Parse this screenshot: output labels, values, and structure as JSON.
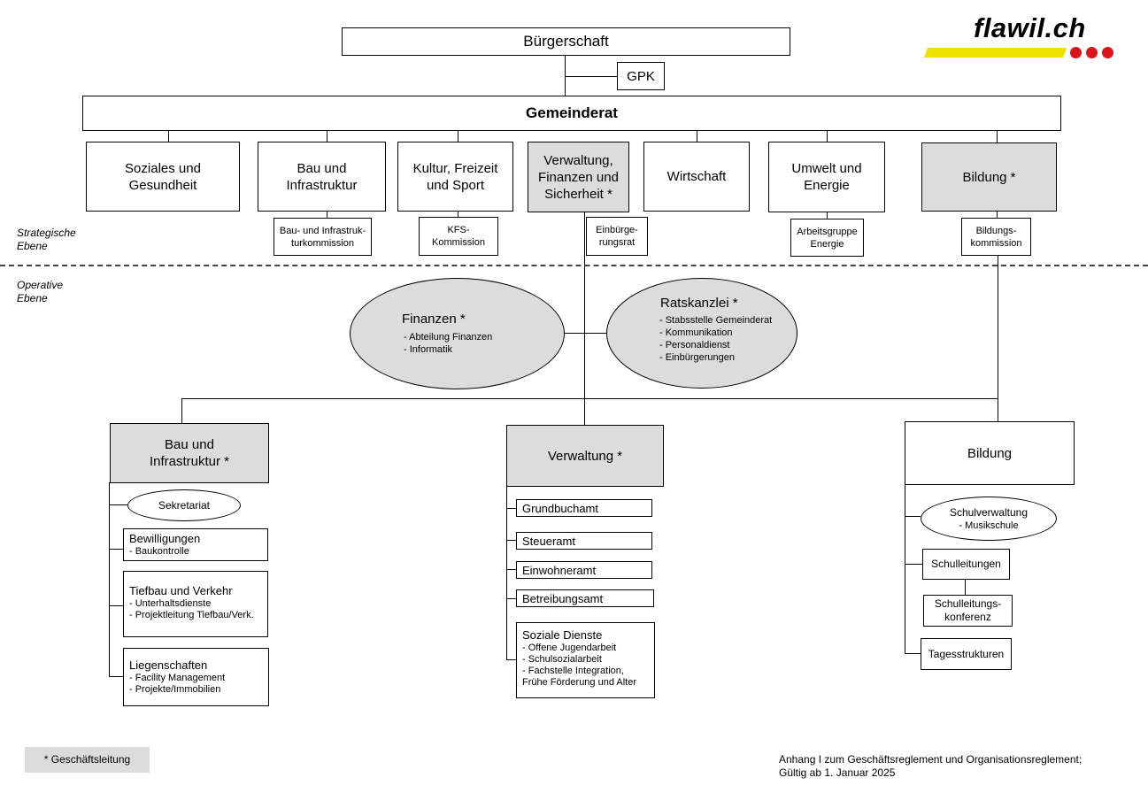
{
  "logo": {
    "text": "flawil.ch",
    "yellow": "#f0e000",
    "red": "#d9151b"
  },
  "top": {
    "buergerschaft": "Bürgerschaft",
    "gpk": "GPK",
    "gemeinderat": "Gemeinderat"
  },
  "departments": [
    {
      "label": "Soziales und\nGesundheit"
    },
    {
      "label": "Bau und\nInfrastruktur"
    },
    {
      "label": "Kultur, Freizeit\nund Sport"
    },
    {
      "label": "Verwaltung,\nFinanzen und\nSicherheit *"
    },
    {
      "label": "Wirtschaft"
    },
    {
      "label": "Umwelt und\nEnergie"
    },
    {
      "label": "Bildung *"
    }
  ],
  "commissions": [
    {
      "label": "Bau- und Infrastruk-\nturkommission"
    },
    {
      "label": "KFS-\nKommission"
    },
    {
      "label": "Einbürge-\nrungsrat"
    },
    {
      "label": "Arbeitsgruppe\nEnergie"
    },
    {
      "label": "Bildungs-\nkommission"
    }
  ],
  "levels": {
    "strategic": "Strategische\nEbene",
    "operative": "Operative\nEbene"
  },
  "finanzen": {
    "title": "Finanzen *",
    "items": [
      "- Abteilung Finanzen",
      "- Informatik"
    ]
  },
  "ratskanzlei": {
    "title": "Ratskanzlei *",
    "items": [
      "- Stabsstelle Gemeinderat",
      "- Kommunikation",
      "- Personaldienst",
      "- Einbürgerungen"
    ]
  },
  "bau": {
    "title": "Bau und\nInfrastruktur *",
    "sekretariat": "Sekretariat",
    "units": [
      {
        "title": "Bewilligungen",
        "items": [
          "- Baukontrolle"
        ]
      },
      {
        "title": "Tiefbau und Verkehr",
        "items": [
          "- Unterhaltsdienste",
          "- Projektleitung Tiefbau/Verk."
        ]
      },
      {
        "title": "Liegenschaften",
        "items": [
          "- Facility Management",
          "- Projekte/Immobilien"
        ]
      }
    ]
  },
  "verwaltung": {
    "title": "Verwaltung *",
    "units": [
      {
        "title": "Grundbuchamt"
      },
      {
        "title": "Steueramt"
      },
      {
        "title": "Einwohneramt"
      },
      {
        "title": "Betreibungsamt"
      }
    ],
    "soziale": {
      "title": "Soziale Dienste",
      "items": [
        "- Offene Jugendarbeit",
        "- Schulsozialarbeit",
        "- Fachstelle Integration,\n  Frühe Förderung und Alter"
      ]
    }
  },
  "bildung": {
    "title": "Bildung",
    "schulverwaltung": {
      "title": "Schulverwaltung",
      "items": [
        "- Musikschule"
      ]
    },
    "schulleitungen": "Schulleitungen",
    "konferenz": "Schulleitungs-\nkonferenz",
    "tagesstrukturen": "Tagesstrukturen"
  },
  "footer": {
    "legend": "* Geschäftsleitung",
    "note": "Anhang I zum Geschäftsreglement und Organisationsreglement;\nGültig ab 1. Januar 2025"
  }
}
